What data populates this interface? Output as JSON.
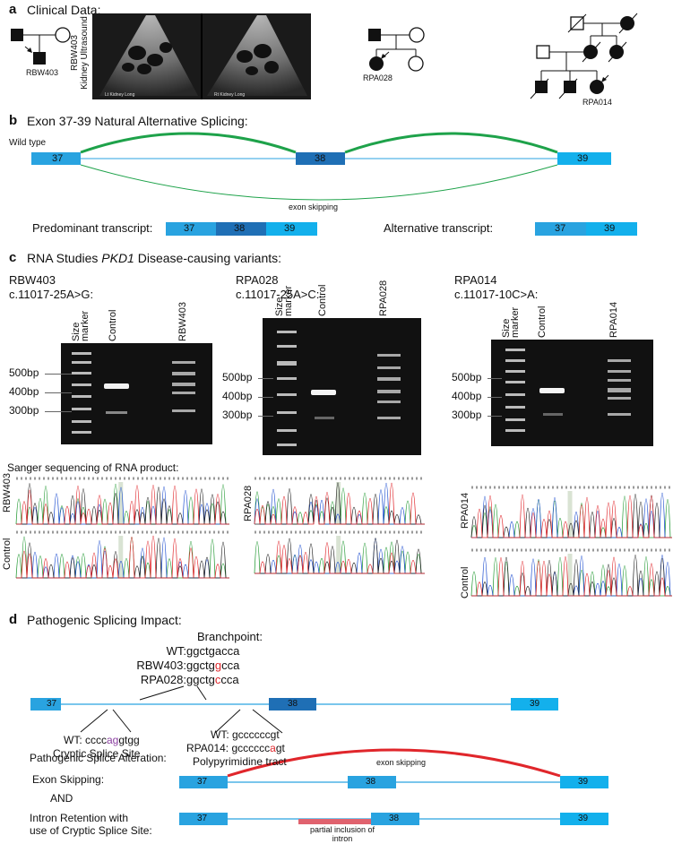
{
  "panel_a": {
    "letter": "a",
    "title": "Clinical Data:",
    "ultrasound_label": [
      "RBW403",
      "Kidney Ultrasound"
    ],
    "ultrasound_captions": [
      "Lt Kidney Long",
      "Rt Kidney Long"
    ],
    "pedigrees": [
      "RBW403",
      "RPA028",
      "RPA014"
    ]
  },
  "panel_b": {
    "letter": "b",
    "title": "Exon 37-39 Natural Alternative Splicing:",
    "wild_type": "Wild type",
    "exons": [
      "37",
      "38",
      "39"
    ],
    "exon_skipping": "exon skipping",
    "predominant_label": "Predominant transcript:",
    "predominant_exons": [
      "37",
      "38",
      "39"
    ],
    "alternative_label": "Alternative transcript:",
    "alternative_exons": [
      "37",
      "39"
    ]
  },
  "panel_c": {
    "letter": "c",
    "title_prefix": "RNA Studies ",
    "title_gene": "PKD1",
    "title_suffix": " Disease-causing variants:",
    "gels": [
      {
        "sample": "RBW403",
        "variant": "c.11017-25A>G:",
        "lanes": [
          "Size marker",
          "Control",
          "RBW403"
        ]
      },
      {
        "sample": "RPA028",
        "variant": "c.11017-25A>C:",
        "lanes": [
          "Size marker",
          "Control",
          "RPA028"
        ]
      },
      {
        "sample": "RPA014",
        "variant": "c.11017-10C>A:",
        "lanes": [
          "Size marker",
          "Control",
          "RPA014"
        ]
      }
    ],
    "ladder": [
      "500bp",
      "400bp",
      "300bp"
    ],
    "sanger_title": "Sanger sequencing of RNA product:",
    "sanger_rows": [
      "RBW403",
      "Control",
      "RPA028",
      "RPA014",
      "Control"
    ]
  },
  "panel_d": {
    "letter": "d",
    "title": "Pathogenic Splicing Impact:",
    "branchpoint_title": "Branchpoint:",
    "branchpoint": [
      {
        "label": "WT: ",
        "seq": "ggctgacca",
        "red_index": -1
      },
      {
        "label": "RBW403: ",
        "seq": "ggctggcca",
        "red_index": 5
      },
      {
        "label": "RPA028: ",
        "seq": "ggctgccca",
        "red_index": 5
      }
    ],
    "exons": [
      "37",
      "38",
      "39"
    ],
    "cryptic_wt": {
      "label": "WT: ",
      "pre": "cccc",
      "purple": "ag",
      "post": "gtgg"
    },
    "cryptic_title": "Cryptic Splice Site",
    "poly_wt": "WT: gccccccgt",
    "poly_rpa014": {
      "label": "RPA014: ",
      "pre": "gcccccc",
      "red": "a",
      "post": "gt"
    },
    "poly_title": "Polypyrimidine tract",
    "alteration_title": "Pathogenic Splice Alteration:",
    "exon_skipping_label": "Exon Skipping:",
    "exon_skipping_arc": "exon skipping",
    "and": "AND",
    "intron_label": [
      "Intron Retention with",
      "use of Cryptic Splice Site:"
    ],
    "partial_inclusion": [
      "partial inclusion of",
      "intron"
    ]
  },
  "colors": {
    "exon37": "#29a3e0",
    "exon38": "#1f6fb5",
    "exon39": "#13b0ec",
    "green": "#1ea24a",
    "red": "#e0262b",
    "purple": "#8a3fa0"
  }
}
